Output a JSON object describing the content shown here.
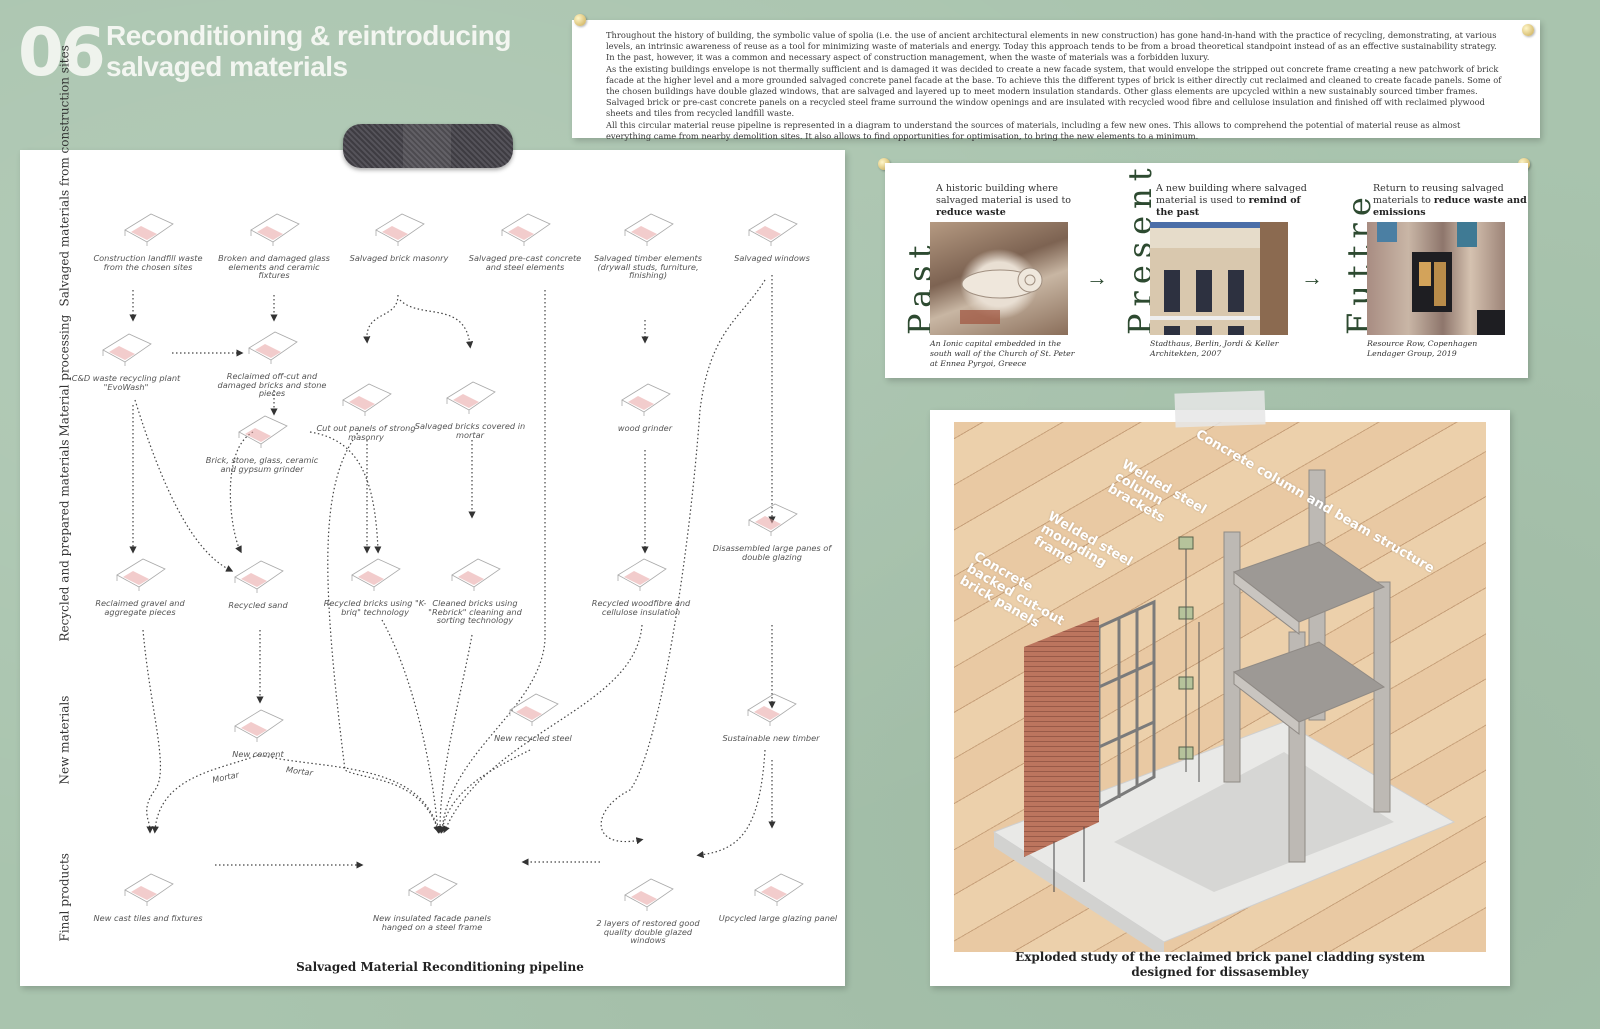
{
  "header": {
    "number": "06",
    "title_line1": "Reconditioning & reintroducing",
    "title_line2": "salvaged materials"
  },
  "intro": {
    "paragraphs": [
      "Throughout the history of building, the symbolic value of spolia (i.e. the use of ancient architectural elements in new construction) has gone hand-in-hand with the practice of recycling, demonstrating, at various levels, an intrinsic awareness of reuse as a tool for minimizing waste of materials and energy. Today this approach tends to be from a broad theoretical standpoint instead of as an effective sustainability strategy. In the past, however, it was a common and necessary aspect of construction management, when the waste of materials was a forbidden luxury.",
      "As the existing buildings envelope is not thermally sufficient and is damaged it was decided to create a new facade system, that would envelope the stripped out concrete frame creating a new patchwork of brick facade at the higher level and a more grounded salvaged concrete panel facade at the base. To achieve this the different types of brick is either directly cut reclaimed and cleaned to create facade panels. Some of the chosen buildings have double glazed windows, that are salvaged and layered up to meet modern insulation standards. Other glass elements are upcycled within a new sustainably sourced timber frames. Salvaged brick or pre-cast concrete panels on a recycled steel frame surround the window openings and are insulated with recycled wood fibre and cellulose insulation and finished off with reclaimed plywood sheets and tiles from recycled landfill waste.",
      "All this circular material reuse pipeline is represented in a diagram to understand the sources of materials, including a few new ones. This allows to comprehend the potential of material reuse as almost everything came from nearby demolition sites. It also allows to find opportunities for optimisation, to bring the new elements to a minimum."
    ]
  },
  "pipeline": {
    "caption": "Salvaged Material Reconditioning pipeline",
    "rows": [
      "Salvaged materials from construction sites",
      "Material processing",
      "Recycled and prepared materials",
      "New materials",
      "Final products"
    ],
    "nodes": [
      "Construction landfill waste from the chosen sites",
      "Broken and damaged glass elements and ceramic fixtures",
      "Salvaged brick masonry",
      "Salvaged pre-cast concrete and steel elements",
      "Salvaged timber elements (drywall studs, furniture, finishing)",
      "Salvaged windows",
      "C&D waste recycling plant \"EvoWash\"",
      "Reclaimed off-cut and damaged bricks and stone pieces",
      "Cut out panels of strong masonry",
      "Salvaged bricks covered in mortar",
      "wood grinder",
      "Brick, stone, glass, ceramic and gypsum grinder",
      "Reclaimed gravel and aggregate pieces",
      "Recycled sand",
      "Recycled bricks using \"K-briq\" technology",
      "Cleaned bricks using \"Rebrick\" cleaning and sorting technology",
      "Recycled woodfibre and cellulose insulation",
      "Disassembled large panes of double glazing",
      "New cement",
      "New recycled steel",
      "Sustainable new timber",
      "New cast tiles and fixtures",
      "New insulated facade panels hanged on a steel frame",
      "2 layers of restored good quality double glazed windows",
      "Upcycled large glazing panel"
    ],
    "mortar_labels": [
      "Mortar",
      "Mortar"
    ]
  },
  "timeline": {
    "arrow": "→",
    "items": [
      {
        "word": "Past",
        "text": "A historic building where salvaged material is used to ",
        "bold": "reduce waste",
        "caption": "An Ionic capital embedded in the south wall of the Church of St. Peter at Ennea Pyrgoi, Greece"
      },
      {
        "word": "Present",
        "text": "A new building where salvaged material is used to ",
        "bold": "remind of the past",
        "caption": "Stadthaus, Berlin, Jordi & Keller Architekten, 2007"
      },
      {
        "word": "Futtre",
        "text": "Return to reusing salvaged materials to ",
        "bold": "reduce waste and emissions",
        "caption": "Resource Row, Copenhagen Lendager Group, 2019"
      }
    ]
  },
  "render": {
    "labels": [
      "Concrete column and beam structure",
      "Welded steel column brackets",
      "Welded steel mounding frame",
      "Concrete backed cut-out brick panels"
    ],
    "caption_line1": "Exploded study of the reclaimed brick panel cladding system",
    "caption_line2": "designed for dissasembley"
  },
  "colors": {
    "background": "#a9c4ae",
    "accent": "#2d4a30",
    "sketch_pink": "#e8a3a3"
  }
}
